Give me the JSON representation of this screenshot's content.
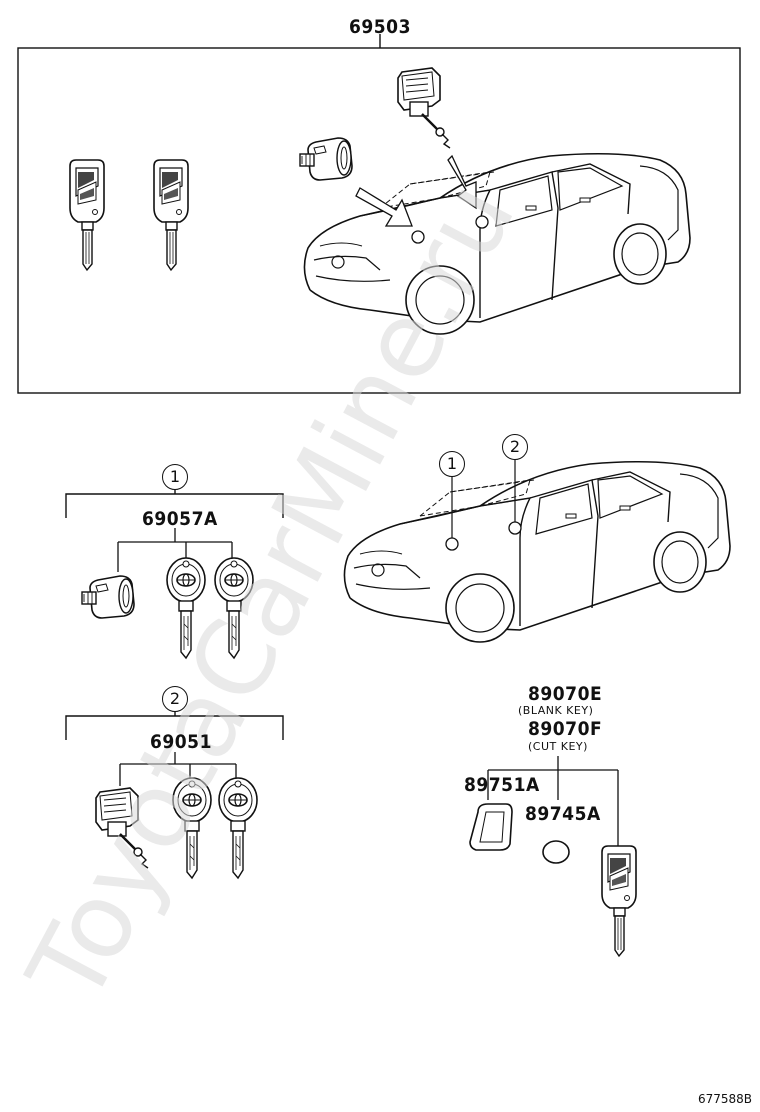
{
  "diagram": {
    "top_box_part": "69503",
    "group1_marker": "1",
    "group1_part": "69057A",
    "group2_marker": "2",
    "group2_part": "69051",
    "car_marker_1": "1",
    "car_marker_2": "2",
    "key_part_1": "89070E",
    "key_part_1_note": "(BLANK KEY)",
    "key_part_2": "89070F",
    "key_part_2_note": "(CUT KEY)",
    "cover_part": "89751A",
    "battery_part": "89745A",
    "figure_code": "677588B"
  },
  "watermark": {
    "text": "ToyotaCarMine.ru"
  },
  "colors": {
    "line": "#111111",
    "watermark": "#d9d9d9"
  }
}
